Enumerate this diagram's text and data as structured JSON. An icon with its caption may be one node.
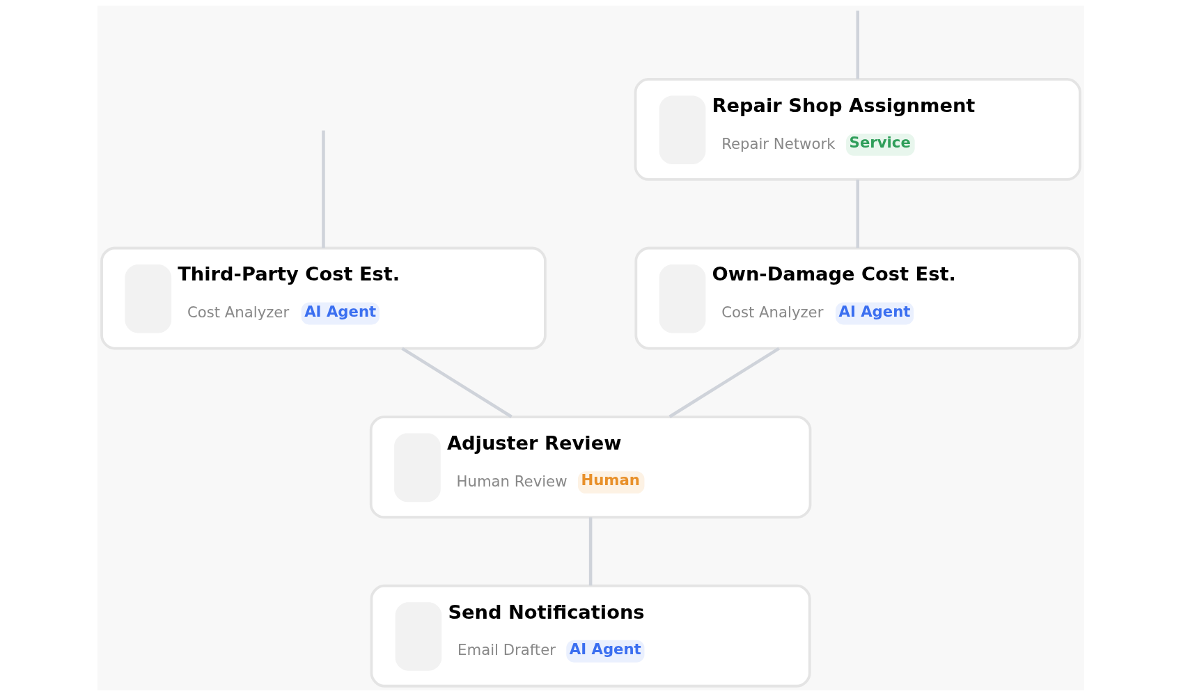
{
  "diagram": {
    "nodes": [
      {
        "text": [
          "Repair Shop Assignment",
          "Repair Network",
          "Service"
        ]
      },
      {
        "text": [
          "Third-Party Cost Est.",
          "Cost Analyzer",
          "AI Agent"
        ]
      },
      {
        "text": [
          "Own-Damage Cost Est.",
          "Cost Analyzer",
          "AI Agent"
        ]
      },
      {
        "text": [
          "Adjuster Review",
          "Human Review",
          "Human"
        ]
      },
      {
        "text": [
          "Send Notifications",
          "Email Drafter",
          "AI Agent"
        ]
      }
    ],
    "edges": [
      {
        "from": null,
        "to": 0,
        "arrow": "none"
      },
      {
        "from": null,
        "to": 1,
        "arrow": "none"
      },
      {
        "from": 0,
        "to": 2,
        "arrow": "none"
      },
      {
        "from": 2,
        "to": 3,
        "arrow": "none"
      },
      {
        "from": 1,
        "to": 3,
        "arrow": "none"
      },
      {
        "from": 3,
        "to": 4,
        "arrow": "none"
      }
    ]
  }
}
